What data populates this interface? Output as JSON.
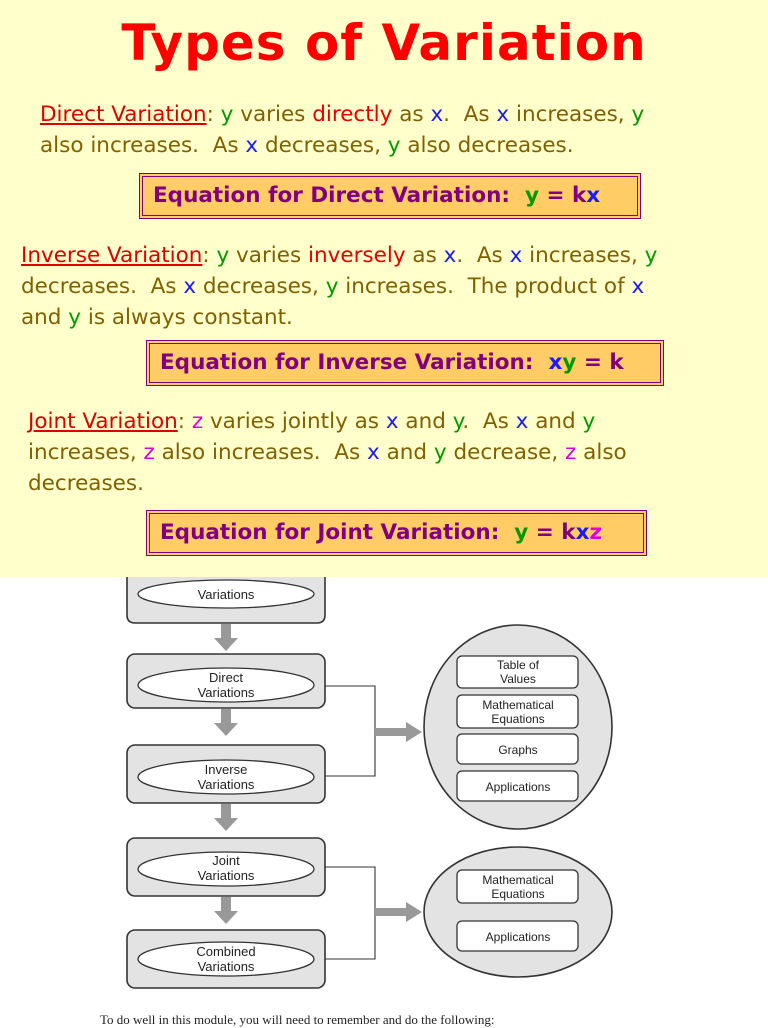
{
  "title": "Types of Variation",
  "direct": {
    "term": "Direct Variation",
    "line1": [
      {
        "t": "Direct Variation",
        "c": "term"
      },
      {
        "t": ": "
      },
      {
        "t": "y",
        "c": "g"
      },
      {
        "t": " varies "
      },
      {
        "t": "directly",
        "c": "r"
      },
      {
        "t": " as "
      },
      {
        "t": "x",
        "c": "b"
      },
      {
        "t": ".  As "
      },
      {
        "t": "x",
        "c": "b"
      },
      {
        "t": " increases, "
      },
      {
        "t": "y",
        "c": "g"
      }
    ],
    "line2": [
      {
        "t": "also increases.  As "
      },
      {
        "t": "x",
        "c": "b"
      },
      {
        "t": " decreases, "
      },
      {
        "t": "y",
        "c": "g"
      },
      {
        "t": " also decreases."
      }
    ],
    "equation": [
      {
        "t": "Equation for Direct Variation:  "
      },
      {
        "t": "y",
        "c": "g"
      },
      {
        "t": " = k"
      },
      {
        "t": "x",
        "c": "b"
      }
    ]
  },
  "inverse": {
    "line1": [
      {
        "t": "Inverse Variation",
        "c": "term"
      },
      {
        "t": ": "
      },
      {
        "t": "y",
        "c": "g"
      },
      {
        "t": " varies "
      },
      {
        "t": "inversely",
        "c": "r"
      },
      {
        "t": " as "
      },
      {
        "t": "x",
        "c": "b"
      },
      {
        "t": ".  As "
      },
      {
        "t": "x",
        "c": "b"
      },
      {
        "t": " increases, "
      },
      {
        "t": "y",
        "c": "g"
      }
    ],
    "line2": [
      {
        "t": "decreases.  As "
      },
      {
        "t": "x",
        "c": "b"
      },
      {
        "t": " decreases, "
      },
      {
        "t": "y",
        "c": "g"
      },
      {
        "t": " increases.  The product of "
      },
      {
        "t": "x",
        "c": "b"
      }
    ],
    "line3": [
      {
        "t": "and "
      },
      {
        "t": "y",
        "c": "g"
      },
      {
        "t": " is always constant."
      }
    ],
    "equation": [
      {
        "t": "Equation for Inverse Variation:  "
      },
      {
        "t": "x",
        "c": "b"
      },
      {
        "t": "y",
        "c": "g"
      },
      {
        "t": " = k"
      }
    ]
  },
  "joint": {
    "line1": [
      {
        "t": "Joint Variation",
        "c": "term"
      },
      {
        "t": ": "
      },
      {
        "t": "z",
        "c": "m"
      },
      {
        "t": " varies jointly as "
      },
      {
        "t": "x",
        "c": "b"
      },
      {
        "t": " and "
      },
      {
        "t": "y",
        "c": "g"
      },
      {
        "t": ".  As "
      },
      {
        "t": "x",
        "c": "b"
      },
      {
        "t": " and "
      },
      {
        "t": "y",
        "c": "g"
      }
    ],
    "line2": [
      {
        "t": "increases, "
      },
      {
        "t": "z",
        "c": "m"
      },
      {
        "t": " also increases.  As "
      },
      {
        "t": "x",
        "c": "b"
      },
      {
        "t": " and "
      },
      {
        "t": "y",
        "c": "g"
      },
      {
        "t": " decrease, "
      },
      {
        "t": "z",
        "c": "m"
      },
      {
        "t": " also"
      }
    ],
    "line3": [
      {
        "t": "decreases."
      }
    ],
    "equation": [
      {
        "t": "Equation for Joint Variation:  "
      },
      {
        "t": "y",
        "c": "g"
      },
      {
        "t": " = k"
      },
      {
        "t": "x",
        "c": "b"
      },
      {
        "t": "z",
        "c": "m"
      }
    ]
  },
  "flow": {
    "steps": [
      {
        "line1": "Variations",
        "line2": ""
      },
      {
        "line1": "Direct",
        "line2": "Variations"
      },
      {
        "line1": "Inverse",
        "line2": "Variations"
      },
      {
        "line1": "Joint",
        "line2": "Variations"
      },
      {
        "line1": "Combined",
        "line2": "Variations"
      }
    ],
    "group1": [
      {
        "line1": "Table of",
        "line2": "Values"
      },
      {
        "line1": "Mathematical",
        "line2": "Equations"
      },
      {
        "line1": "Graphs",
        "line2": ""
      },
      {
        "line1": "Applications",
        "line2": ""
      }
    ],
    "group2": [
      {
        "line1": "Mathematical",
        "line2": "Equations"
      },
      {
        "line1": "Applications",
        "line2": ""
      }
    ]
  },
  "footer": "To do well in this module, you will need to remember and do the following:"
}
